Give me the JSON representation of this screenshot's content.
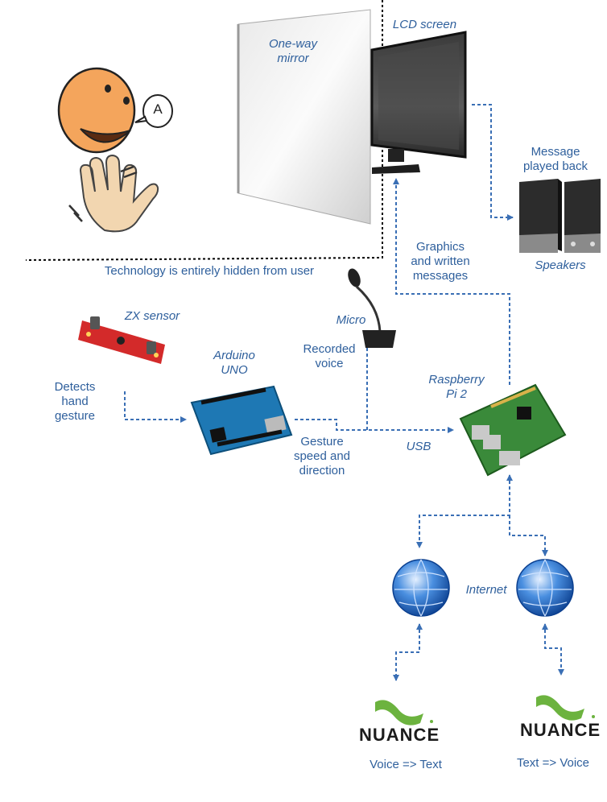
{
  "diagram": {
    "components": {
      "lcd_screen": "LCD screen",
      "mirror": [
        "One-way",
        "mirror"
      ],
      "speakers": "Speakers",
      "zx_sensor": "ZX sensor",
      "arduino": [
        "Arduino",
        "UNO"
      ],
      "micro": "Micro",
      "raspberry": [
        "Raspberry",
        "Pi 2"
      ],
      "internet": "Internet",
      "nuance_left": "NUANCE",
      "nuance_right": "NUANCE"
    },
    "labels": {
      "message": [
        "Message",
        "played back"
      ],
      "graphics": [
        "Graphics",
        "and written",
        "messages"
      ],
      "hidden": "Technology is entirely hidden from user",
      "detects": [
        "Detects",
        "hand",
        "gesture"
      ],
      "recorded": [
        "Recorded",
        "voice"
      ],
      "gesture": [
        "Gesture",
        "speed and",
        "direction"
      ],
      "usb": "USB",
      "voice_to_text": "Voice => Text",
      "text_to_voice": "Text => Voice"
    },
    "speech_bubble": "A",
    "colors": {
      "label": "#2e5f9c",
      "connector": "#3a6fb5",
      "boundary": "#000000",
      "nuance_green": "#6cb33f"
    }
  }
}
